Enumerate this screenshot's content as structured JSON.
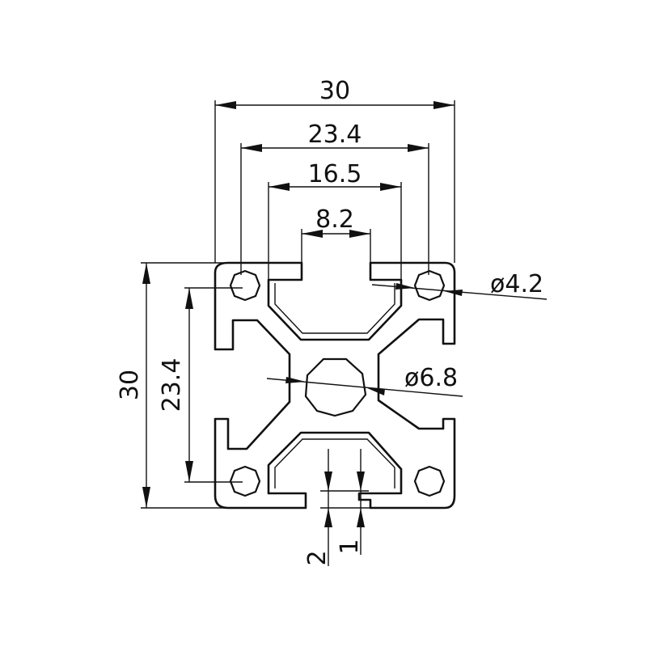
{
  "drawing": {
    "line_color": "#111111",
    "background": "#ffffff",
    "dimensions": {
      "overall_width": "30",
      "outer_slot_span": "23.4",
      "slot_inner_width": "16.5",
      "slot_opening": "8.2",
      "corner_hole_diameter": "ø4.2",
      "center_bore_diameter": "ø6.8",
      "overall_height": "30",
      "vertical_span": "23.4",
      "lip_depth": "2",
      "lip_step": "1"
    }
  }
}
